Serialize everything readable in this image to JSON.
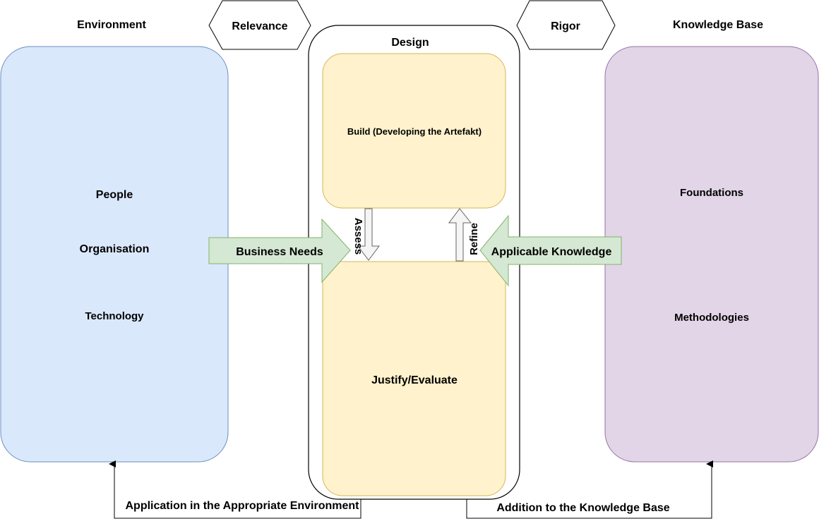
{
  "environment": {
    "title": "Environment",
    "items": [
      "People",
      "Organisation",
      "Technology"
    ]
  },
  "relevance": {
    "label": "Relevance"
  },
  "rigor": {
    "label": "Rigor"
  },
  "design": {
    "title": "Design",
    "build_label": "Build (Developing the Artefakt)",
    "evaluate_label": "Justify/Evaluate",
    "assess_label": "Assess",
    "refine_label": "Refine"
  },
  "knowledge_base": {
    "title": "Knowledge Base",
    "items": [
      "Foundations",
      "Methodologies"
    ]
  },
  "flows": {
    "business_needs": "Business Needs",
    "applicable_knowledge": "Applicable Knowledge",
    "application_env": "Application in the Appropriate Environment",
    "addition_kb": "Addition to the Knowledge Base"
  },
  "colors": {
    "environment_fill": "#dae8fc",
    "environment_stroke": "#6c8ebf",
    "design_fill": "#fff2cc",
    "design_stroke": "#d6b656",
    "knowledge_fill": "#e1d5e7",
    "knowledge_stroke": "#9673a6",
    "arrow_fill": "#d5e8d4",
    "arrow_stroke": "#82b366",
    "small_arrow_fill": "#f5f5f5",
    "small_arrow_stroke": "#666666"
  }
}
